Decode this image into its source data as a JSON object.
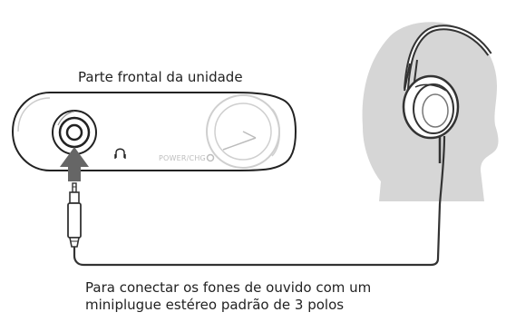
{
  "diagram": {
    "title": "Parte frontal da unidade",
    "device": {
      "power_label": "POWER/CHG"
    },
    "caption": {
      "line1": "Para conectar os fones de ouvido com um",
      "line2": "miniplugue estéreo padrão de 3 polos"
    },
    "icons": [
      "headphone-jack-icon",
      "headphones-symbol-icon",
      "arrow-up-icon",
      "power-indicator-icon"
    ]
  }
}
